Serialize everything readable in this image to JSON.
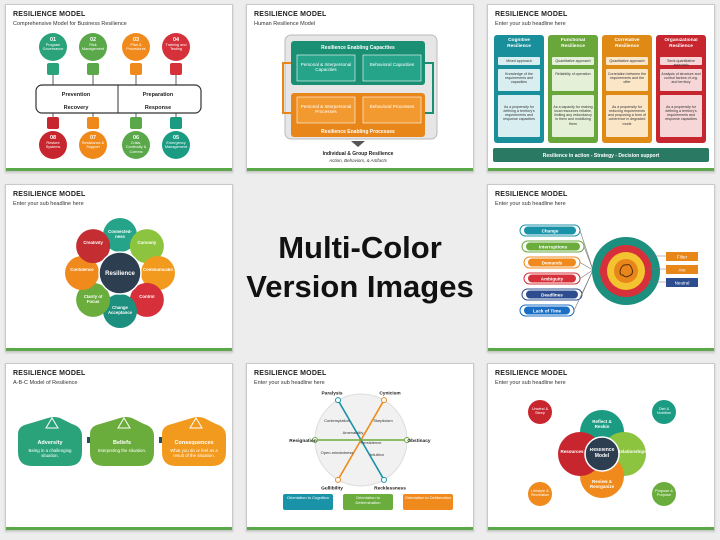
{
  "center": {
    "line1": "Multi-Color",
    "line2": "Version Images"
  },
  "slides": [
    {
      "title": "RESILIENCE MODEL",
      "subtitle": "Comprehensive Model for Business Resilience",
      "top_items": [
        {
          "num": "01",
          "label": "Program Governance",
          "color": "#2aa37a"
        },
        {
          "num": "02",
          "label": "Risk Management",
          "color": "#5aa84a"
        },
        {
          "num": "03",
          "label": "Plan & Procedures",
          "color": "#f08a1c"
        },
        {
          "num": "04",
          "label": "Training and Testing",
          "color": "#d6303a"
        }
      ],
      "bottom_items": [
        {
          "num": "08",
          "label": "Restore Systems",
          "color": "#c8262f"
        },
        {
          "num": "07",
          "label": "Resistance & Support",
          "color": "#ef8a1a"
        },
        {
          "num": "06",
          "label": "Crisis, Continuity & Comms",
          "color": "#5aa84a"
        },
        {
          "num": "05",
          "label": "Emergency Management",
          "color": "#1a9b82"
        }
      ],
      "phases": [
        "Prevention",
        "Preparation",
        "Recovery",
        "Response"
      ]
    },
    {
      "title": "RESILIENCE MODEL",
      "subtitle": "Human Resilience Model",
      "enabling_capacities": "Resilience Enabling Capacities",
      "top_boxes": [
        "Personal & Interpersonal Capacities",
        "Behavioral Capacities"
      ],
      "bottom_boxes": [
        "Personal & Interpersonal Processes",
        "Behavioral Processes"
      ],
      "enabling_processes": "Resilience Enabling Processes",
      "footer_title": "Individual & Group Resilience",
      "footer_sub": "Action, Behaviors, & Artifacts"
    },
    {
      "title": "RESILIENCE MODEL",
      "subtitle": "Enter your sub headline here",
      "columns": [
        {
          "head": "Cognitive Resilience",
          "color": "#1a8f9c",
          "light": "#d9eef0",
          "a": "Mixed approach",
          "b": "Knowledge of the requirements and capacities",
          "c": "As a propensity for defining a territory's requirements and response capacities"
        },
        {
          "head": "Functional Resilience",
          "color": "#6aa73a",
          "light": "#e4f0d7",
          "a": "Quantitative approach",
          "b": "Reliability of operation",
          "c": "As a capacity for making local resources reliable, limiting any redundancy in them and mobilizing them"
        },
        {
          "head": "Correlative Resilience",
          "color": "#e08a16",
          "light": "#fbe6c8",
          "a": "Quantitative approach",
          "b": "Correlation between the requirements and the offer",
          "c": "As a propensity for reducing requirements and proposing a form of coherence in degraded mode"
        },
        {
          "head": "Organizational Resilience",
          "color": "#c8262f",
          "light": "#f6d6d6",
          "a": "Semi-quantitative approach",
          "b": "Analysis of structure and control factors of org. and territory",
          "c": "As a propensity for defining a territory's requirements and response capacities"
        }
      ],
      "banner": "Resilience in action - Strategy - Decision support"
    },
    {
      "title": "RESILIENCE MODEL",
      "subtitle": "Enter your sub headline here",
      "center": "Resilience",
      "petals": [
        {
          "label": "Connected-ness",
          "color": "#25a48a"
        },
        {
          "label": "Curiosity",
          "color": "#8dc43f"
        },
        {
          "label": "Communication",
          "color": "#f29a1d"
        },
        {
          "label": "Control",
          "color": "#d6303a"
        },
        {
          "label": "Change Acceptance",
          "color": "#1c8f7e"
        },
        {
          "label": "Clarity of Focus",
          "color": "#6aad3c"
        },
        {
          "label": "Confidence",
          "color": "#f08a1c"
        },
        {
          "label": "Creativity",
          "color": "#c42e32"
        }
      ]
    },
    {
      "title": "RESILIENCE MODEL",
      "subtitle": "Enter your sub headline here",
      "pills": [
        {
          "label": "Change",
          "color": "#1a93a8"
        },
        {
          "label": "Interruptions",
          "color": "#6aad3c"
        },
        {
          "label": "Demands",
          "color": "#f08a1c"
        },
        {
          "label": "Ambiguity",
          "color": "#d6303a"
        },
        {
          "label": "Deadlines",
          "color": "#2e4d8f"
        },
        {
          "label": "Lack of Time",
          "color": "#1a6fc4"
        }
      ],
      "outcomes": [
        "Filter",
        "Are",
        "Neutral"
      ]
    },
    {
      "title": "RESILIENCE MODEL",
      "subtitle": "A-B-C Model of Resilience",
      "steps": [
        {
          "head": "Adversity",
          "text": "Being in a challenging situation.",
          "color": "#2aa37a"
        },
        {
          "head": "Beliefs",
          "text": "Interpreting the situation.",
          "color": "#6aad3c"
        },
        {
          "head": "Consequences",
          "text": "What you do or feel as a result of the situation.",
          "color": "#f29a1d"
        }
      ]
    },
    {
      "title": "RESILIENCE MODEL",
      "subtitle": "Enter your sub headline here",
      "outer": [
        "Paralysis",
        "Cynicism",
        "Obstinacy",
        "Recklessness",
        "Gullibility",
        "Resignation"
      ],
      "inner": [
        "Contemplation",
        "Skepticism",
        "Amenability",
        "Persistence",
        "Open-mindedness",
        "Intuition"
      ],
      "legend": [
        {
          "label": "Orientation to Cognition",
          "color": "#1a93a8"
        },
        {
          "label": "Orientation to Determination",
          "color": "#6aad3c"
        },
        {
          "label": "Orientation to Deliberation",
          "color": "#f08a1c"
        }
      ]
    },
    {
      "title": "RESILIENCE MODEL",
      "subtitle": "Enter your sub headline here",
      "center": "Resilience Model",
      "segments": [
        {
          "label": "Reflect & Reskin",
          "color": "#1a9b82"
        },
        {
          "label": "Relationships",
          "color": "#8dc43f"
        },
        {
          "label": "Review & Reorganize",
          "color": "#f08a1c"
        },
        {
          "label": "Resources",
          "color": "#c8262f"
        }
      ],
      "corners": [
        {
          "label": "Unwind & Sleep",
          "color": "#c8262f"
        },
        {
          "label": "Diet & Nutrition",
          "color": "#1a9b82"
        },
        {
          "label": "Purpose & Purpose",
          "color": "#6aad3c"
        },
        {
          "label": "Lifestyle & Recreation",
          "color": "#f08a1c"
        }
      ]
    }
  ]
}
